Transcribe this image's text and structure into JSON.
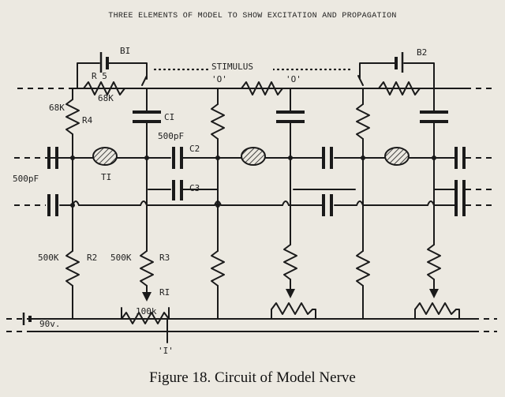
{
  "title": "THREE ELEMENTS OF MODEL TO SHOW EXCITATION AND PROPAGATION",
  "caption": "Figure 18. Circuit of Model Nerve",
  "labels": {
    "b1": "BI",
    "b2": "B2",
    "r5": "R 5",
    "r5_value": "68K",
    "r4_value": "68K",
    "r4": "R4",
    "c1": "CI",
    "c1_value": "500pF",
    "c2": "C2",
    "c3": "C3",
    "left_cap_value": "500pF",
    "t1": "TI",
    "stimulus": "STIMULUS",
    "o_left": "'O'",
    "o_right": "'O'",
    "r2_value": "500K",
    "r2": "R2",
    "r3_value": "500K",
    "r3": "R3",
    "r1": "RI",
    "r1_value": "100k",
    "supply": "90v.",
    "output": "'I'"
  }
}
